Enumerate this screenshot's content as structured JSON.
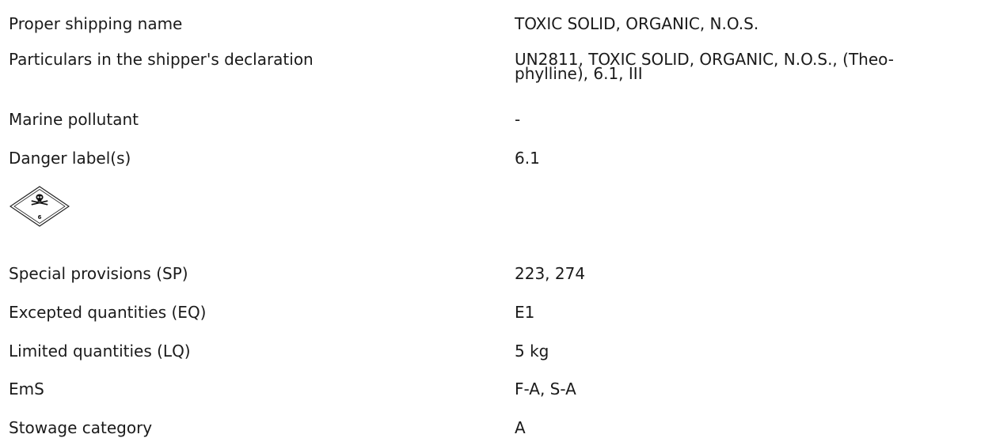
{
  "rows": [
    {
      "label": "Proper shipping name",
      "value": "TOXIC SOLID, ORGANIC, N.O.S."
    },
    {
      "label": "Particulars in the shipper's declaration",
      "value": "UN2811, TOXIC SOLID, ORGANIC, N.O.S., (Theo-\nphylline), 6.1, III"
    },
    {
      "label": "Marine pollutant",
      "value": "-"
    },
    {
      "label": "Danger label(s)",
      "value": "6.1"
    },
    {
      "label": "Special provisions (SP)",
      "value": "223, 274"
    },
    {
      "label": "Excepted quantities (EQ)",
      "value": "E1"
    },
    {
      "label": "Limited quantities (LQ)",
      "value": "5 kg"
    },
    {
      "label": "EmS",
      "value": "F-A, S-A"
    },
    {
      "label": "Stowage category",
      "value": "A"
    }
  ],
  "danger_label_icon": {
    "icon": "toxic-skull-crossbones-diamond-icon",
    "class_number": "6"
  }
}
